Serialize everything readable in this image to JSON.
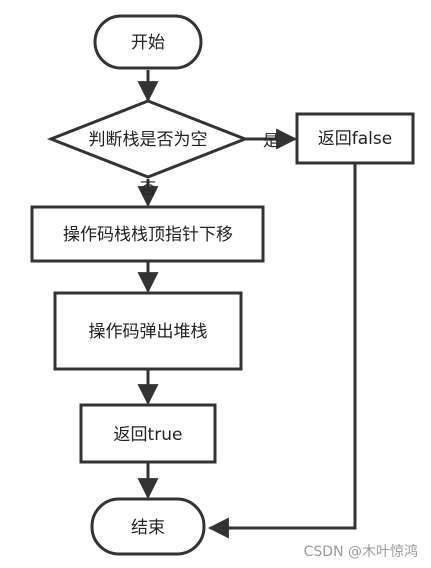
{
  "diagram": {
    "nodes": {
      "start": "开始",
      "check_empty": "判断栈是否为空",
      "return_false": "返回false",
      "move_pointer": "操作码栈栈顶指针下移",
      "pop": "操作码弹出堆栈",
      "return_true": "返回true",
      "end": "结束"
    },
    "edges": {
      "yes": "是",
      "no": "否"
    }
  },
  "watermark": "CSDN @木叶惊鸿",
  "colors": {
    "stroke": "#333333",
    "text": "#222222",
    "watermark": "#9a9a9a"
  }
}
